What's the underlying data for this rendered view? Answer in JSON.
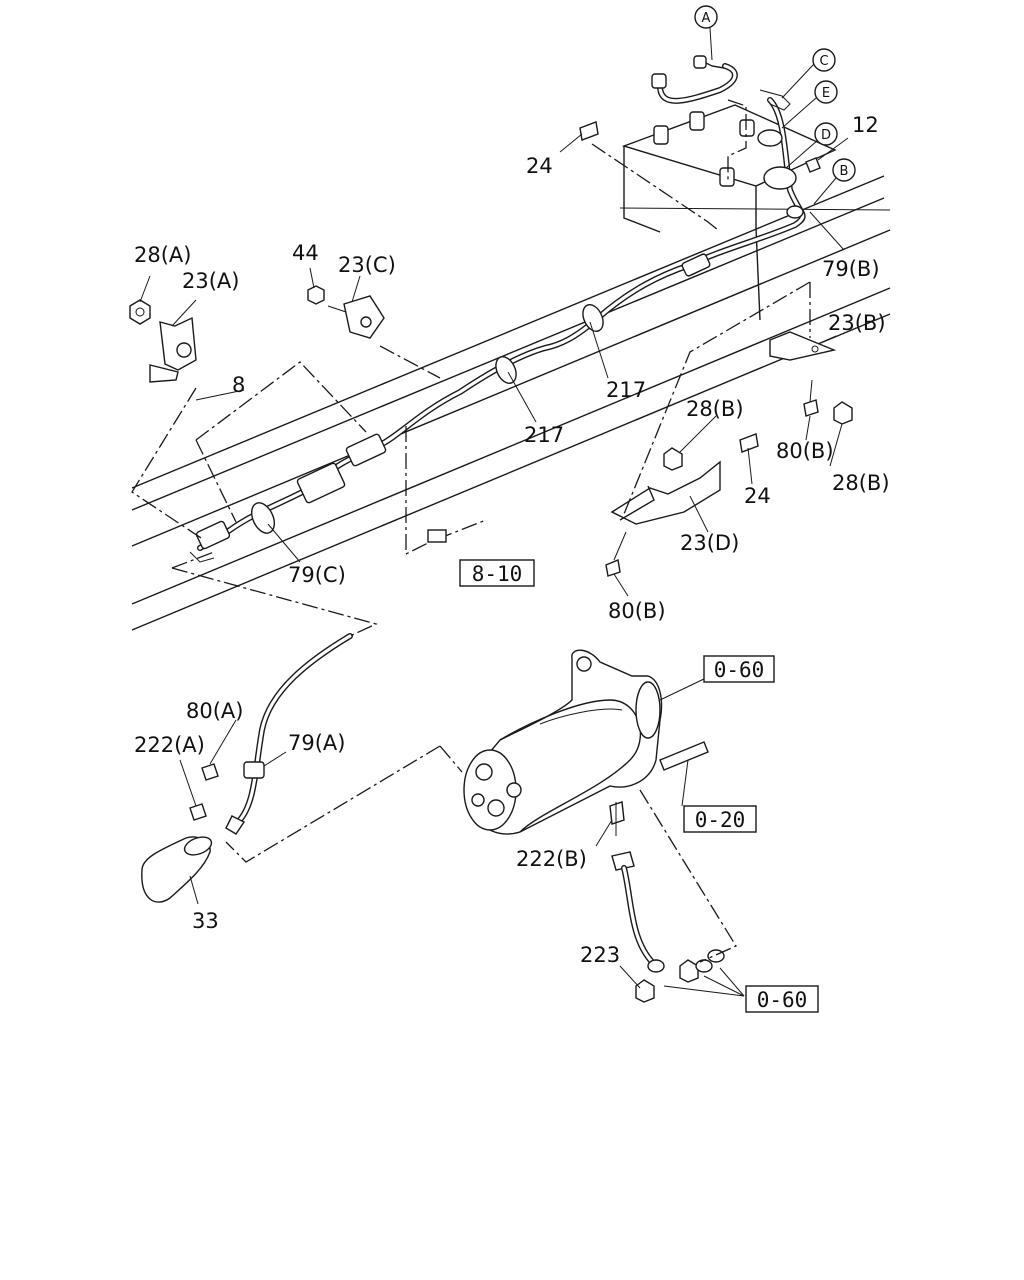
{
  "callouts": [
    {
      "id": "a",
      "text": "A"
    },
    {
      "id": "b",
      "text": "B"
    },
    {
      "id": "c",
      "text": "C"
    },
    {
      "id": "d",
      "text": "D"
    },
    {
      "id": "e",
      "text": "E"
    }
  ],
  "part_labels": [
    {
      "id": "p12",
      "text": "12"
    },
    {
      "id": "p24-top",
      "text": "24"
    },
    {
      "id": "p79b",
      "text": "79(B)"
    },
    {
      "id": "p28a",
      "text": "28(A)"
    },
    {
      "id": "p23a",
      "text": "23(A)"
    },
    {
      "id": "p44",
      "text": "44"
    },
    {
      "id": "p23c",
      "text": "23(C)"
    },
    {
      "id": "p8",
      "text": "8"
    },
    {
      "id": "p217-a",
      "text": "217"
    },
    {
      "id": "p217-b",
      "text": "217"
    },
    {
      "id": "p23b",
      "text": "23(B)"
    },
    {
      "id": "p28b-top",
      "text": "28(B)"
    },
    {
      "id": "p80b-right",
      "text": "80(B)"
    },
    {
      "id": "p28b-right",
      "text": "28(B)"
    },
    {
      "id": "p24-mid",
      "text": "24"
    },
    {
      "id": "p23d",
      "text": "23(D)"
    },
    {
      "id": "p79c",
      "text": "79(C)"
    },
    {
      "id": "p80b-bottom",
      "text": "80(B)"
    },
    {
      "id": "p80a",
      "text": "80(A)"
    },
    {
      "id": "p222a",
      "text": "222(A)"
    },
    {
      "id": "p79a",
      "text": "79(A)"
    },
    {
      "id": "p222b",
      "text": "222(B)"
    },
    {
      "id": "p33",
      "text": "33"
    },
    {
      "id": "p223",
      "text": "223"
    }
  ],
  "references": [
    {
      "id": "r810",
      "text": "8-10"
    },
    {
      "id": "r060-top",
      "text": "0-60"
    },
    {
      "id": "r020",
      "text": "0-20"
    },
    {
      "id": "r060-bottom",
      "text": "0-60"
    }
  ]
}
